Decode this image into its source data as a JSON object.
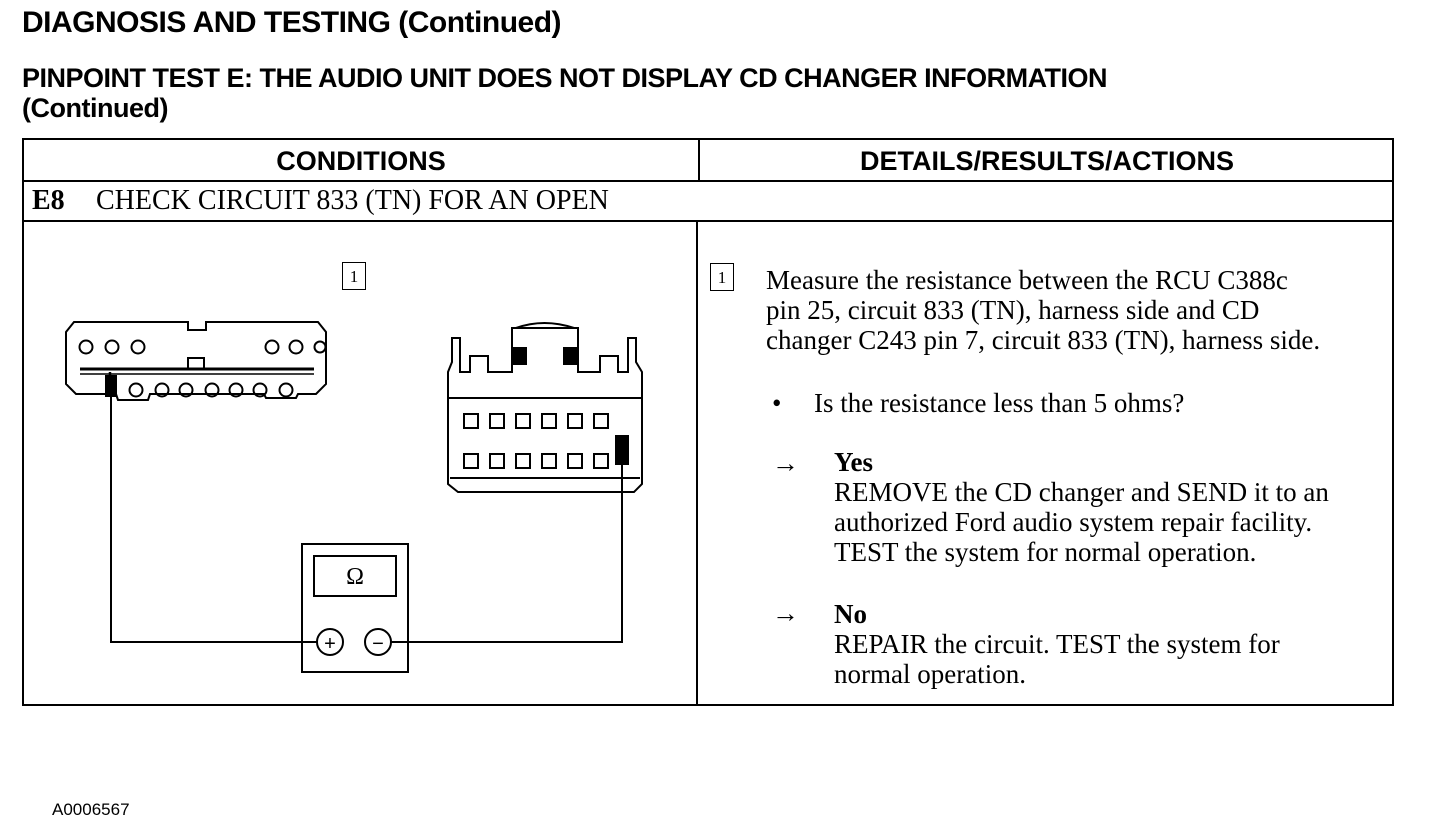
{
  "header": {
    "title": "DIAGNOSIS AND TESTING (Continued)",
    "subtitle_line1": "PINPOINT TEST E:  THE AUDIO UNIT DOES NOT DISPLAY CD CHANGER INFORMATION",
    "subtitle_line2": "(Continued)"
  },
  "table": {
    "col_conditions": "CONDITIONS",
    "col_details": "DETAILS/RESULTS/ACTIONS",
    "step_id": "E8",
    "step_title": "CHECK CIRCUIT 833 (TN) FOR AN OPEN"
  },
  "diagram": {
    "step_number": "1",
    "meter_symbol": "Ω",
    "plus_symbol": "+",
    "minus_symbol": "−",
    "figure_id": "A0006567"
  },
  "details": {
    "step_number": "1",
    "instruction": [
      "Measure the resistance between the RCU C388c",
      "pin 25, circuit 833 (TN), harness side and CD",
      "changer C243 pin 7, circuit 833 (TN), harness side."
    ],
    "bullet_symbol": "•",
    "question": "Is the resistance less than 5 ohms?",
    "arrow_symbol": "→",
    "yes_label": "Yes",
    "yes_action": [
      "REMOVE the CD changer and SEND it to an",
      "authorized Ford audio system repair facility.",
      "TEST the system for normal operation."
    ],
    "no_label": "No",
    "no_action": [
      "REPAIR the circuit. TEST the system for",
      "normal operation."
    ]
  }
}
